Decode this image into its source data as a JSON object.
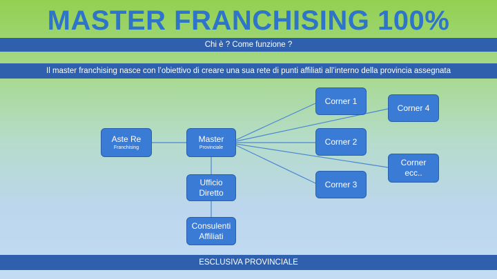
{
  "title": "MASTER FRANCHISING 100%",
  "subtitle": "Chi è ? Come funzione ?",
  "description": "Il master franchising nasce con l’obiettivo di creare una sua rete di punti affiliati all’interno della provincia assegnata",
  "footer": "ESCLUSIVA PROVINCIALE",
  "colors": {
    "title": "#2e74c8",
    "band": "#2e60ad",
    "box_fill": "#3a7bd5",
    "connector": "#4a86d0"
  },
  "nodes": {
    "aste_re": {
      "label": "Aste Re",
      "sub": "Franchising"
    },
    "master": {
      "label": "Master",
      "sub": "Provinciale"
    },
    "ufficio": {
      "line1": "Ufficio",
      "line2": "Diretto"
    },
    "consulenti": {
      "line1": "Consulenti",
      "line2": "Affiliati"
    },
    "corner1": {
      "label": "Corner 1"
    },
    "corner2": {
      "label": "Corner 2"
    },
    "corner3": {
      "label": "Corner 3"
    },
    "corner4": {
      "label": "Corner 4"
    },
    "corner_ecc": {
      "line1": "Corner",
      "line2": "ecc.."
    }
  }
}
